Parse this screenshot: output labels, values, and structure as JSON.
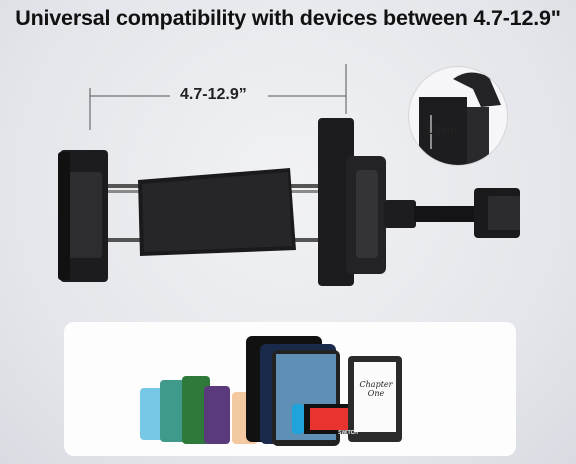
{
  "headline": "Universal compatibility with devices between 4.7-12.9\"",
  "size_range_label": "4.7-12.9”",
  "clamp_depth_label": "1.5cm",
  "device_brand_labels": {
    "console": "SWITCH",
    "ereader": "Chapter One"
  }
}
